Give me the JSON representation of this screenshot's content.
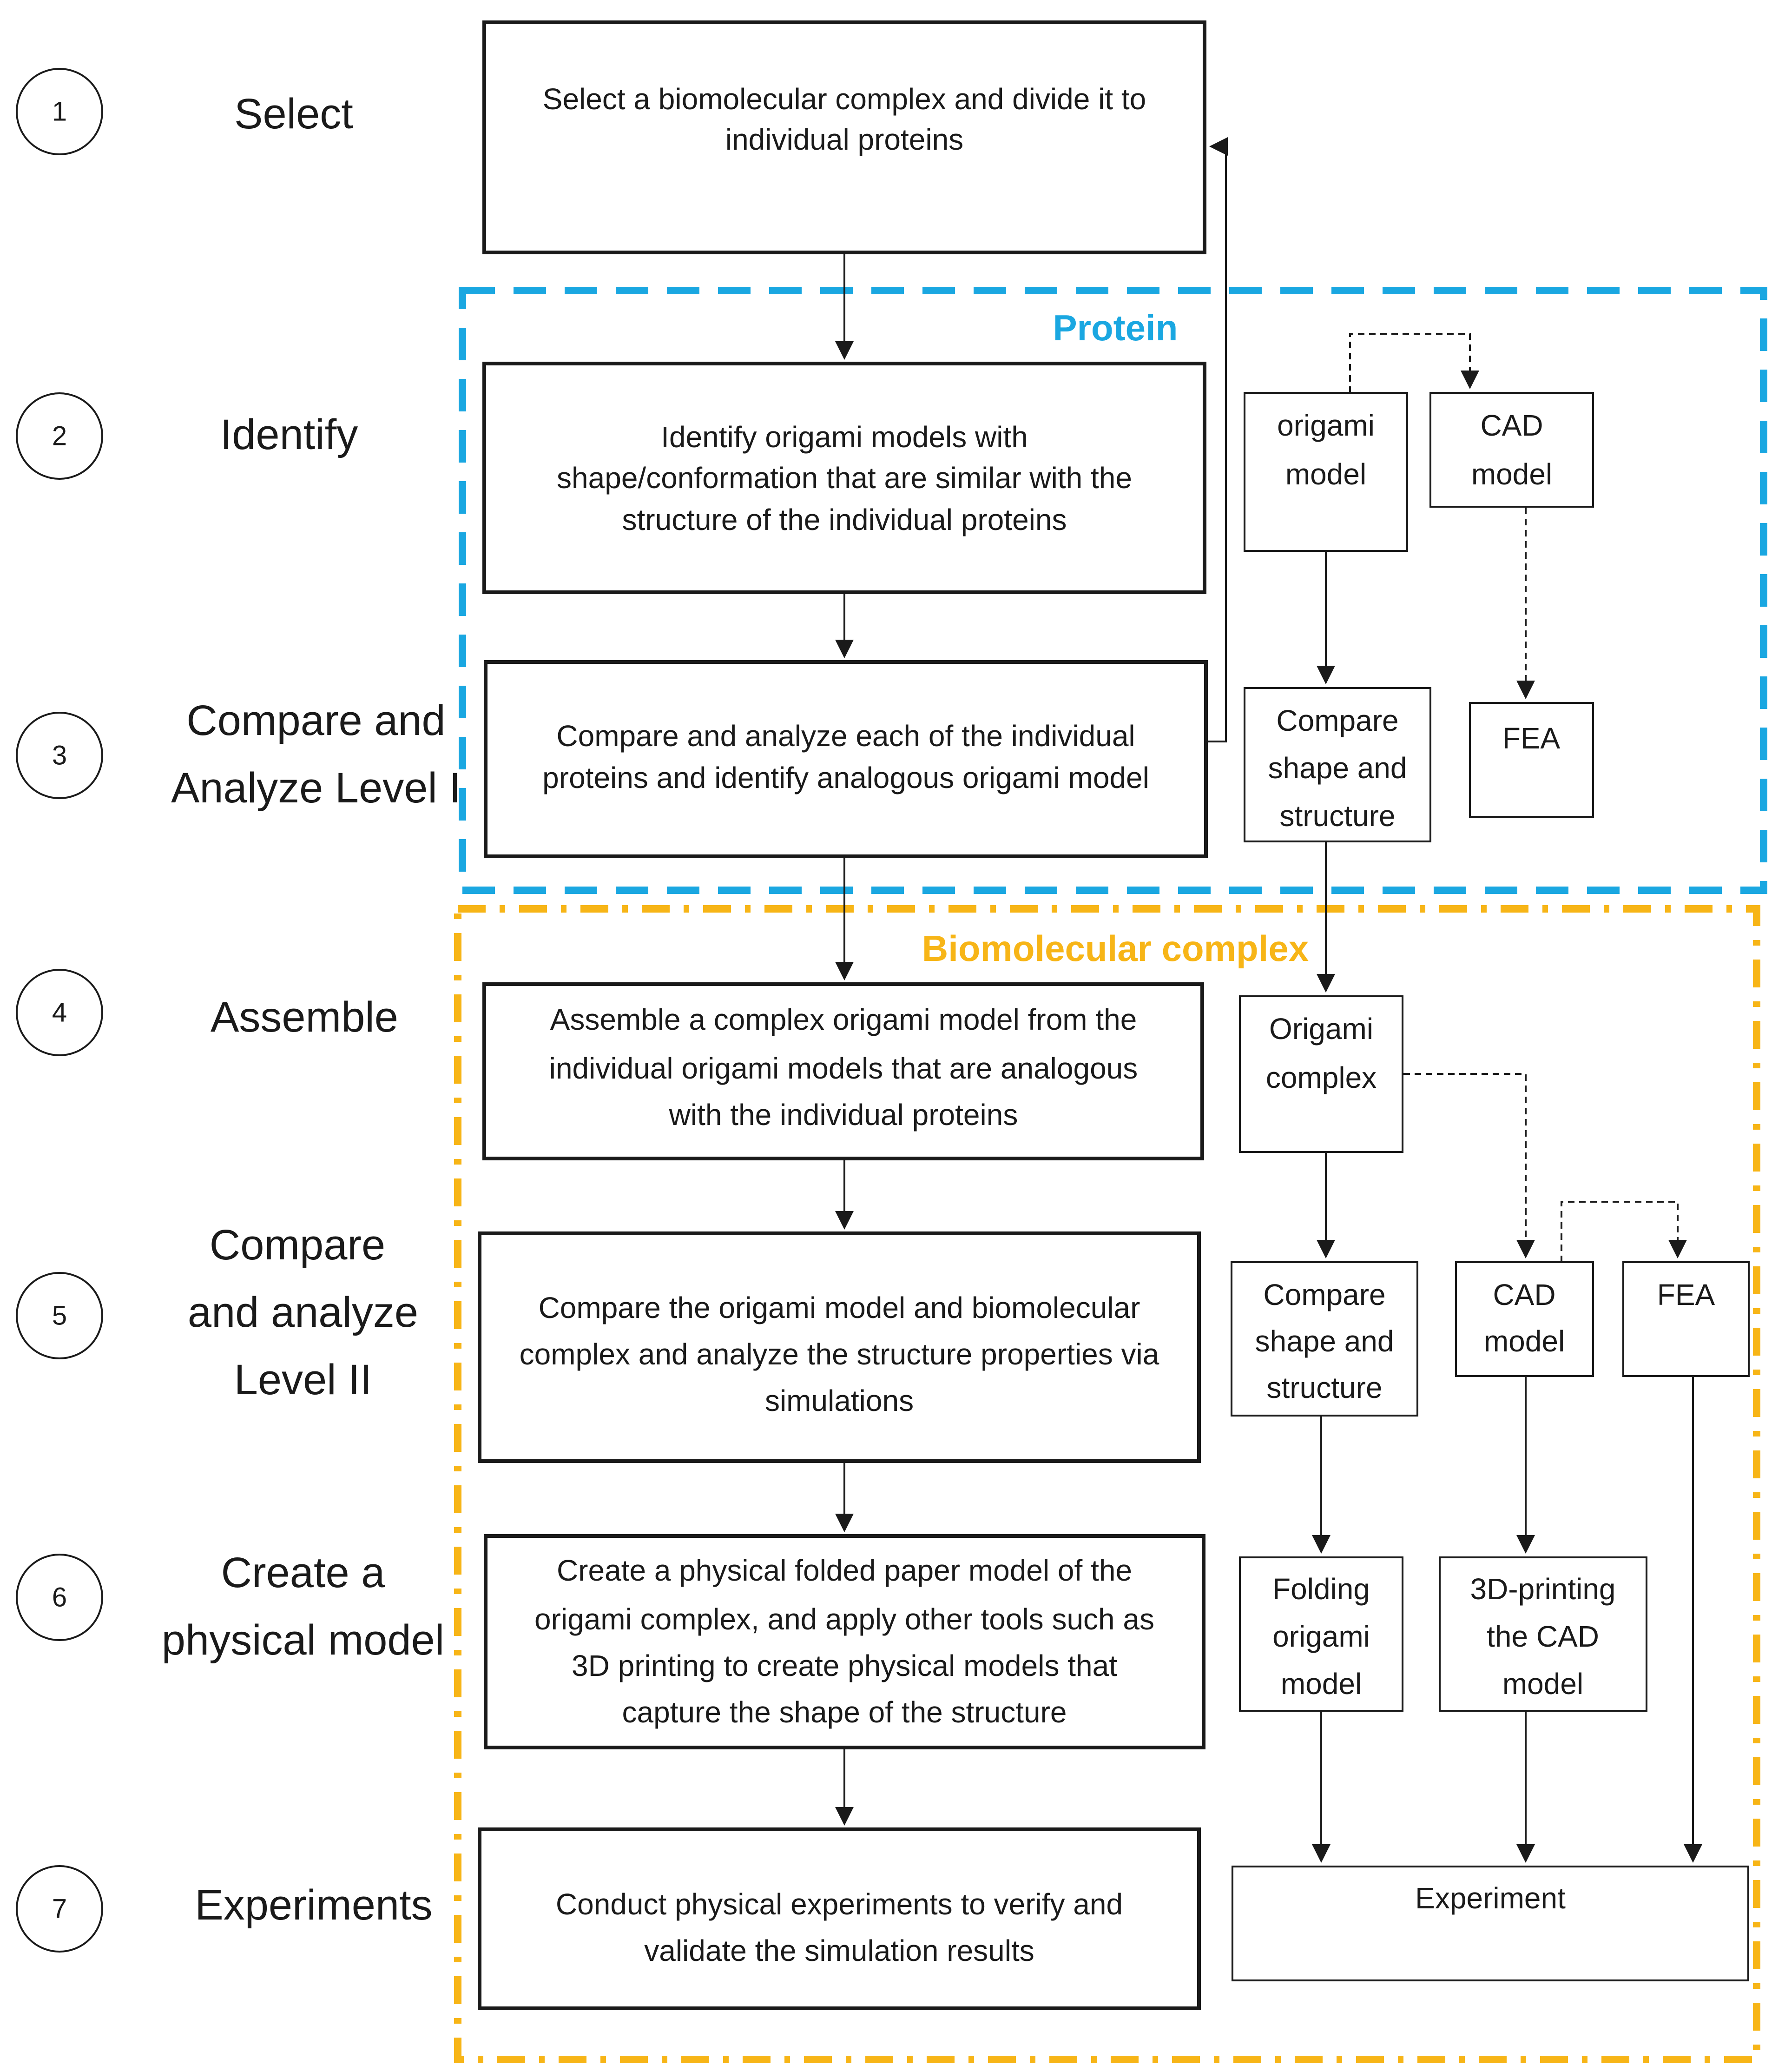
{
  "colors": {
    "protein_region": "#1aa7e1",
    "complex_region": "#f7b517",
    "ink": "#1a1a1a"
  },
  "regions": {
    "protein": "Protein",
    "complex": "Biomolecular complex"
  },
  "steps": [
    {
      "num": "1",
      "label": [
        "Select"
      ]
    },
    {
      "num": "2",
      "label": [
        "Identify"
      ]
    },
    {
      "num": "3",
      "label": [
        "Compare and",
        "Analyze Level I"
      ]
    },
    {
      "num": "4",
      "label": [
        "Assemble"
      ]
    },
    {
      "num": "5",
      "label": [
        "Compare",
        "and analyze",
        "Level II"
      ]
    },
    {
      "num": "6",
      "label": [
        "Create a",
        "physical model"
      ]
    },
    {
      "num": "7",
      "label": [
        "Experiments"
      ]
    }
  ],
  "main_boxes": [
    [
      "Select a biomolecular complex and divide it to",
      "individual proteins"
    ],
    [
      "Identify origami models with",
      "shape/conformation that are similar with the",
      "structure of the individual proteins"
    ],
    [
      "Compare and analyze each of the individual",
      "proteins and identify analogous origami model"
    ],
    [
      "Assemble a complex origami model from the",
      "individual origami models that are analogous",
      "with the individual proteins"
    ],
    [
      "Compare the origami model and biomolecular",
      "complex and analyze the structure properties via",
      "simulations"
    ],
    [
      "Create a physical folded paper model of the",
      "origami complex, and apply other tools such as",
      "3D printing to create physical models that",
      "capture the shape of the structure"
    ],
    [
      "Conduct physical experiments to verify and",
      "validate the simulation results"
    ]
  ],
  "side_boxes": {
    "origami_model": [
      "origami",
      "model"
    ],
    "cad_model_1": [
      "CAD",
      "model"
    ],
    "compare_shape_1": [
      "Compare",
      "shape and",
      "structure"
    ],
    "fea_1": [
      "FEA"
    ],
    "origami_complex": [
      "Origami",
      "complex"
    ],
    "compare_shape_2": [
      "Compare",
      "shape and",
      "structure"
    ],
    "cad_model_2": [
      "CAD",
      "model"
    ],
    "fea_2": [
      "FEA"
    ],
    "folding_origami": [
      "Folding",
      "origami",
      "model"
    ],
    "printing_cad": [
      "3D-printing",
      "the CAD",
      "model"
    ],
    "experiment": [
      "Experiment"
    ]
  }
}
